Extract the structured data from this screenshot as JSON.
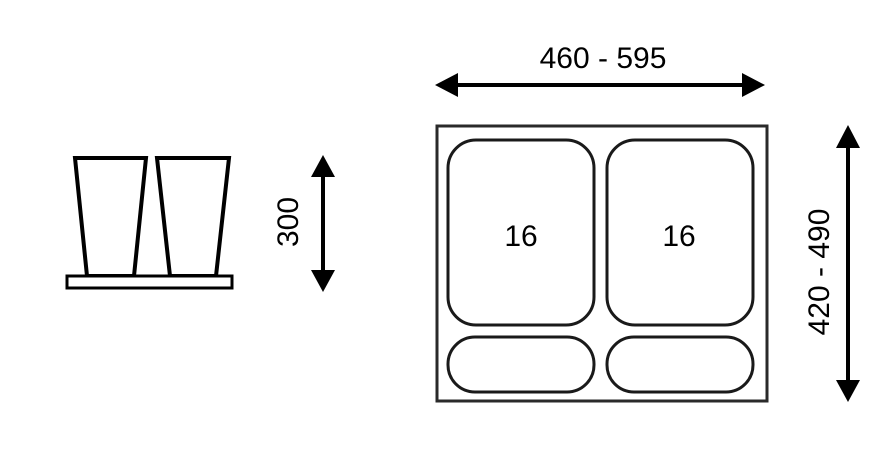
{
  "dimensions": {
    "height_label": "300",
    "width_label": "460 - 595",
    "depth_label": "420 - 490"
  },
  "compartments": [
    {
      "label": "16"
    },
    {
      "label": "16"
    },
    {
      "label": ""
    },
    {
      "label": ""
    }
  ],
  "colors": {
    "stroke": "#1a1a1a",
    "background": "#ffffff"
  }
}
